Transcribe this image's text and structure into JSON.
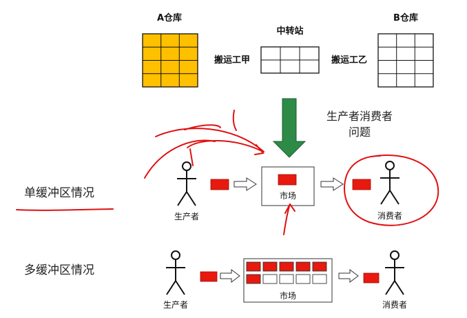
{
  "top": {
    "warehouse_a_label": "A仓库",
    "relay_label": "中转站",
    "warehouse_b_label": "B仓库",
    "worker_a_label": "搬运工甲",
    "worker_b_label": "搬运工乙",
    "problem_label_line1": "生产者消费者",
    "problem_label_line2": "问题"
  },
  "single_buffer": {
    "section_label": "单缓冲区情况",
    "producer_label": "生产者",
    "market_label": "市场",
    "consumer_label": "消费者"
  },
  "multi_buffer": {
    "section_label": "多缓冲区情况",
    "producer_label": "生产者",
    "market_label": "市场",
    "consumer_label": "消费者",
    "buffer_slots": [
      true,
      true,
      true,
      true,
      true,
      true,
      false,
      false,
      false,
      false,
      false
    ]
  },
  "colors": {
    "warehouse_fill": "#FFC000",
    "product_red": "#E8190E",
    "arrow_green": "#2E8B47",
    "annotation_red": "#E01010",
    "line": "#111111"
  }
}
